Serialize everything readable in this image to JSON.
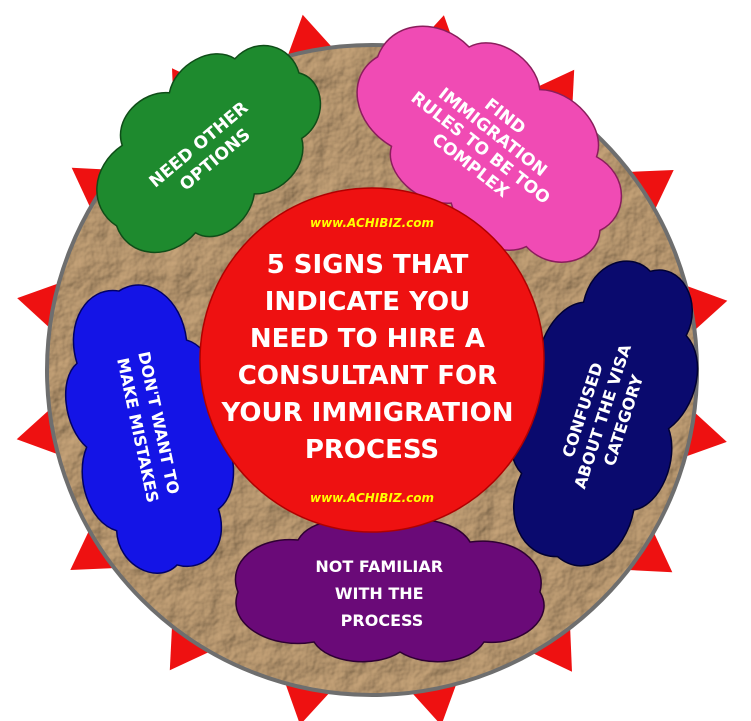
{
  "diagram": {
    "title_lines": [
      "5 SIGNS THAT",
      "INDICATE YOU",
      "NEED TO HIRE A",
      "CONSULTANT FOR",
      "YOUR IMMIGRATION",
      "PROCESS"
    ],
    "website_top": "www.ACHIBIZ.com",
    "website_bottom": "www.ACHIBIZ.com",
    "signs": [
      {
        "lines": [
          "NEED OTHER",
          "OPTIONS"
        ],
        "color": "#1e8a2e"
      },
      {
        "lines": [
          "FIND",
          "IMMIGRATION",
          "RULES TO BE TOO",
          "COMPLEX"
        ],
        "color": "#f04bb4"
      },
      {
        "lines": [
          "CONFUSED",
          "ABOUT THE VISA",
          "CATEGORY"
        ],
        "color": "#0a0a6e"
      },
      {
        "lines": [
          "NOT FAMILIAR",
          "WITH THE",
          "PROCESS"
        ],
        "color": "#6a0a78"
      },
      {
        "lines": [
          "DON'T WANT TO",
          "MAKE MISTAKES"
        ],
        "color": "#1414e6"
      }
    ],
    "colors": {
      "spikes": "#ee1111",
      "center": "#ee1111",
      "ring_border": "#6e6e6e",
      "texture": "#b0916a"
    }
  }
}
